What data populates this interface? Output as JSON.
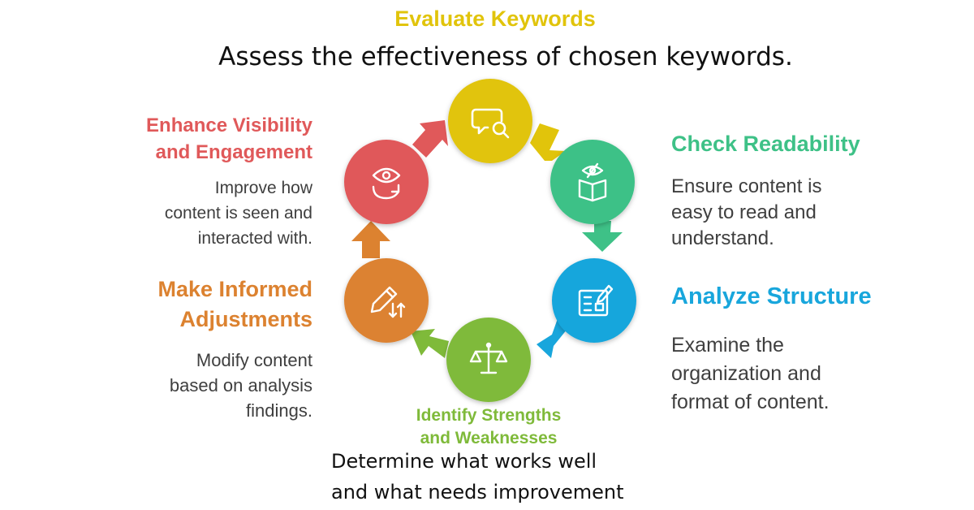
{
  "colors": {
    "evaluate": "#e1c40b",
    "readability": "#3ec187",
    "structure": "#18a6dc",
    "strengths": "#7fba3a",
    "adjustments": "#dc8230",
    "visibility": "#e0595a"
  },
  "steps": {
    "evaluate": {
      "title": "Evaluate Keywords",
      "desc": "Assess the effectiveness of chosen keywords.",
      "icon": "chat-search-icon"
    },
    "readability": {
      "title": "Check Readability",
      "desc_lines": [
        "Ensure content is",
        "easy to read and",
        "understand."
      ],
      "icon": "eye-book-icon"
    },
    "structure": {
      "title": "Analyze Structure",
      "desc_lines": [
        "Examine the",
        "organization and",
        "format of content."
      ],
      "icon": "layout-edit-icon"
    },
    "strengths": {
      "title_lines": [
        "Identify Strengths",
        "and Weaknesses"
      ],
      "desc_lines": [
        "Determine what works well",
        "and what needs improvement"
      ],
      "icon": "balance-scale-icon"
    },
    "adjustments": {
      "title_lines": [
        "Make Informed",
        "Adjustments"
      ],
      "desc_lines": [
        "Modify content",
        "based on analysis",
        "findings."
      ],
      "icon": "pencil-arrows-icon"
    },
    "visibility": {
      "title_lines": [
        "Enhance Visibility",
        "and Engagement"
      ],
      "desc_lines": [
        "Improve how",
        "content is seen and",
        "interacted with."
      ],
      "icon": "eye-cycle-icon"
    }
  }
}
